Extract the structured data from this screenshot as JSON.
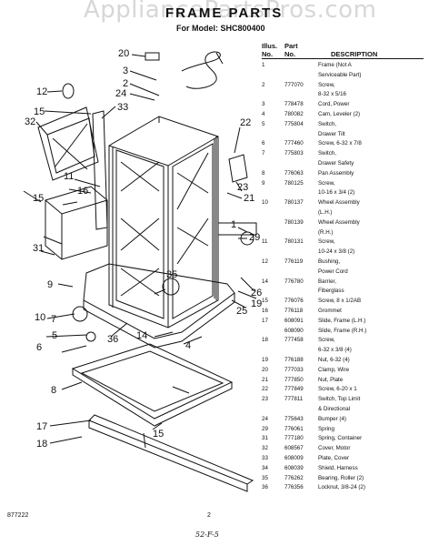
{
  "watermark": "AppliancePartsPros.com",
  "header": {
    "title": "FRAME PARTS",
    "model": "For Model: SHC800400"
  },
  "table": {
    "col_illus": "Illus.\nNo.",
    "col_part": "Part\nNo.",
    "col_desc": "DESCRIPTION",
    "rows": [
      {
        "illus": "1",
        "part": "",
        "desc": "Frame (Not A"
      },
      {
        "illus": "",
        "part": "",
        "desc": "Serviceable Part)"
      },
      {
        "illus": "2",
        "part": "777070",
        "desc": "Screw,"
      },
      {
        "illus": "",
        "part": "",
        "desc": "8-32 x 5/16"
      },
      {
        "illus": "3",
        "part": "778478",
        "desc": "Cord, Power"
      },
      {
        "illus": "4",
        "part": "780082",
        "desc": "Cam, Leveler (2)"
      },
      {
        "illus": "5",
        "part": "775804",
        "desc": "Switch,"
      },
      {
        "illus": "",
        "part": "",
        "desc": "Drawer Tilt"
      },
      {
        "illus": "6",
        "part": "777460",
        "desc": "Screw, 6-32 x 7/8"
      },
      {
        "illus": "7",
        "part": "775803",
        "desc": "Switch,"
      },
      {
        "illus": "",
        "part": "",
        "desc": "Drawer Safety"
      },
      {
        "illus": "8",
        "part": "776063",
        "desc": "Pan Assembly"
      },
      {
        "illus": "9",
        "part": "780125",
        "desc": "Screw,"
      },
      {
        "illus": "",
        "part": "",
        "desc": "10-16 x 3/4 (2)"
      },
      {
        "illus": "10",
        "part": "780137",
        "desc": "Wheel Assembly"
      },
      {
        "illus": "",
        "part": "",
        "desc": "(L.H.)"
      },
      {
        "illus": "",
        "part": "780139",
        "desc": "Wheel Assembly"
      },
      {
        "illus": "",
        "part": "",
        "desc": "(R.H.)"
      },
      {
        "illus": "11",
        "part": "780131",
        "desc": "Screw,"
      },
      {
        "illus": "",
        "part": "",
        "desc": "10-24 x 3/8 (2)"
      },
      {
        "illus": "12",
        "part": "776119",
        "desc": "Bushing,"
      },
      {
        "illus": "",
        "part": "",
        "desc": "Power Cord"
      },
      {
        "illus": "14",
        "part": "776780",
        "desc": "Barrier,"
      },
      {
        "illus": "",
        "part": "",
        "desc": "Fiberglass"
      },
      {
        "illus": "15",
        "part": "776076",
        "desc": "Screw, 8 x 1/2AB"
      },
      {
        "illus": "16",
        "part": "776118",
        "desc": "Grommet"
      },
      {
        "illus": "17",
        "part": "608091",
        "desc": "Slide, Frame (L.H.)"
      },
      {
        "illus": "",
        "part": "608090",
        "desc": "Slide, Frame (R.H.)"
      },
      {
        "illus": "18",
        "part": "777458",
        "desc": "Screw,"
      },
      {
        "illus": "",
        "part": "",
        "desc": "6-32 x 3/8 (4)"
      },
      {
        "illus": "19",
        "part": "776188",
        "desc": "Nut, 6-32 (4)"
      },
      {
        "illus": "20",
        "part": "777033",
        "desc": "Clamp, Wire"
      },
      {
        "illus": "21",
        "part": "777850",
        "desc": "Nut, Plate"
      },
      {
        "illus": "22",
        "part": "777849",
        "desc": "Screw, 6-20 x 1"
      },
      {
        "illus": "23",
        "part": "777811",
        "desc": "Switch, Top Limit"
      },
      {
        "illus": "",
        "part": "",
        "desc": "& Directional"
      },
      {
        "illus": "24",
        "part": "775643",
        "desc": "Bumper (4)"
      },
      {
        "illus": "29",
        "part": "776061",
        "desc": "Spring"
      },
      {
        "illus": "31",
        "part": "777180",
        "desc": "Spring, Container"
      },
      {
        "illus": "32",
        "part": "608567",
        "desc": "Cover, Motor"
      },
      {
        "illus": "33",
        "part": "608009",
        "desc": "Plate, Cover"
      },
      {
        "illus": "34",
        "part": "608039",
        "desc": "Shield, Harness"
      },
      {
        "illus": "35",
        "part": "776262",
        "desc": "Bearing, Roller (2)"
      },
      {
        "illus": "36",
        "part": "776356",
        "desc": "Locknut, 3/8-24 (2)"
      }
    ]
  },
  "callouts": [
    "20",
    "3",
    "2",
    "24",
    "12",
    "15",
    "33",
    "32",
    "16",
    "22",
    "23",
    "21",
    "1",
    "29",
    "11",
    "15",
    "31",
    "9",
    "10",
    "6",
    "35",
    "26",
    "19",
    "25",
    "36",
    "14",
    "4",
    "7",
    "5",
    "8",
    "17",
    "18",
    "15"
  ],
  "footer": {
    "left": "877222",
    "page": "2",
    "bottom": "52-F-5"
  }
}
